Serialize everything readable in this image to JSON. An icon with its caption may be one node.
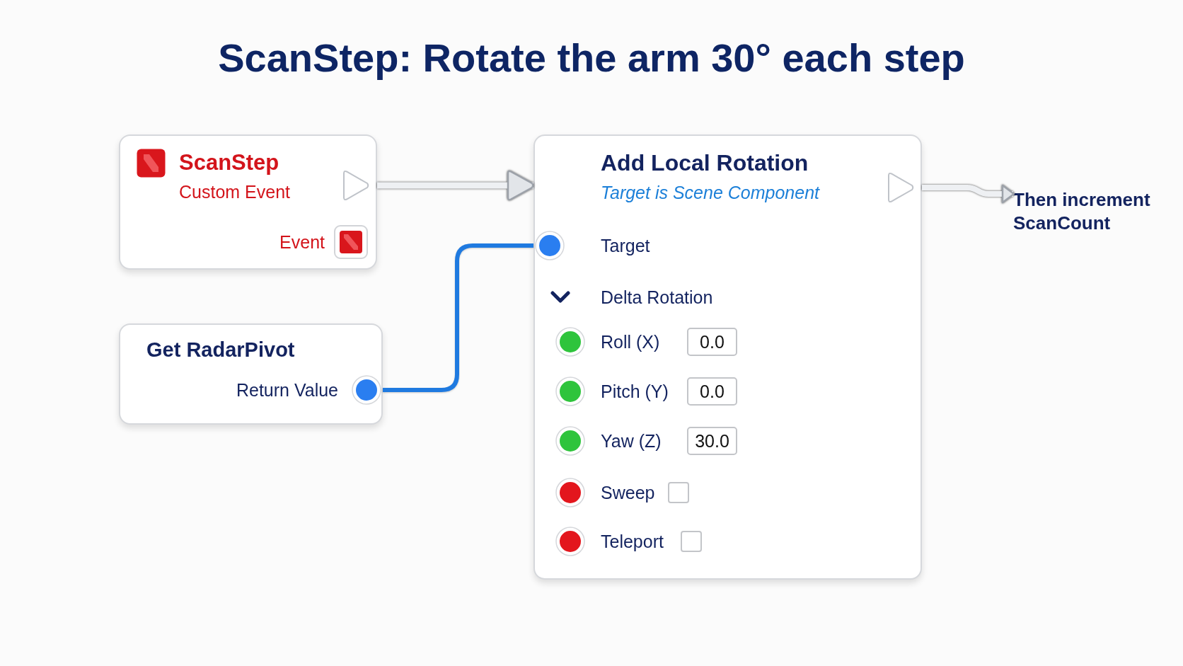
{
  "diagram": {
    "title": "ScanStep: Rotate the arm 30° each step",
    "nodes": [
      {
        "text": [
          "ScanStep",
          "Custom Event",
          "Event"
        ]
      },
      {
        "text": [
          "Get RadarPivot",
          "Return Value"
        ]
      },
      {
        "text": [
          "Add Local Rotation",
          "Target is Scene Component",
          "Target",
          "Delta Rotation",
          "Roll (X)",
          "Pitch (Y)",
          "Yaw (Z)",
          "Sweep",
          "Teleport"
        ]
      },
      {
        "text": [
          "0.0"
        ],
        "in": 2
      },
      {
        "text": [
          "0.0"
        ],
        "in": 2
      },
      {
        "text": [
          "30.0"
        ],
        "in": 2
      },
      {
        "text": [
          "Then increment ScanCount"
        ]
      }
    ],
    "edges": [
      {
        "from": 0,
        "to": 2,
        "arrow": "to"
      },
      {
        "from": 1,
        "to": 2,
        "arrow": "none",
        "color": "#1f7ae0"
      },
      {
        "from": 2,
        "to": 6,
        "arrow": "to"
      }
    ]
  }
}
